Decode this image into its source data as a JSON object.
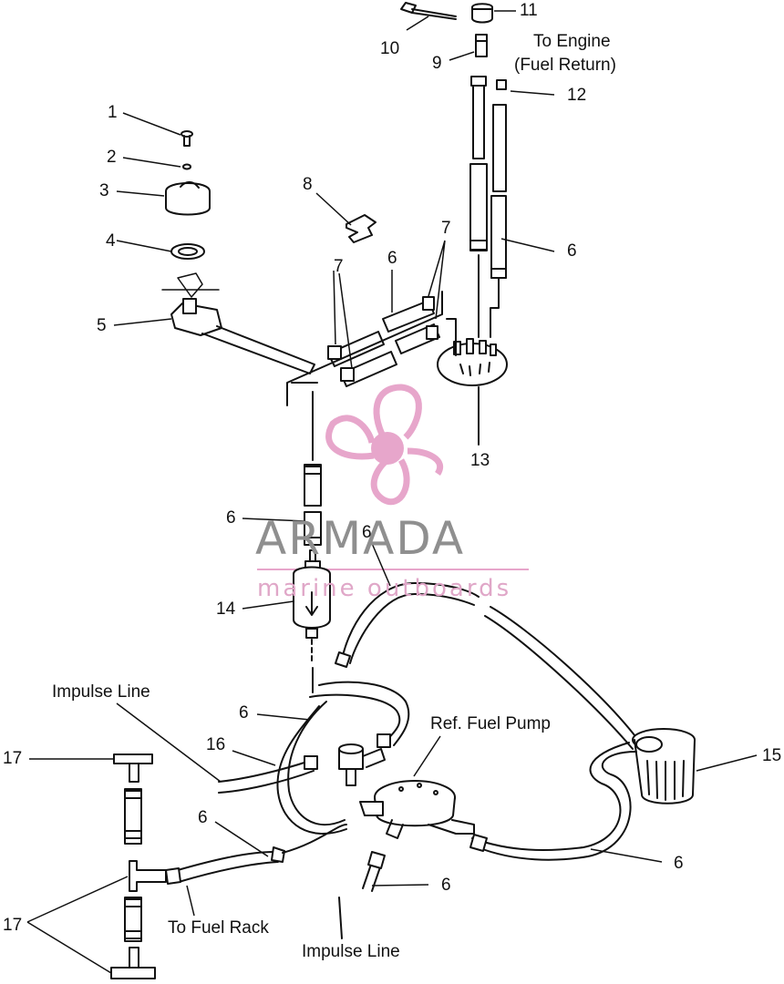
{
  "diagram": {
    "callouts": [
      {
        "id": "c1",
        "text": "1"
      },
      {
        "id": "c2",
        "text": "2"
      },
      {
        "id": "c3",
        "text": "3"
      },
      {
        "id": "c4",
        "text": "4"
      },
      {
        "id": "c5",
        "text": "5"
      },
      {
        "id": "c6a",
        "text": "6"
      },
      {
        "id": "c6b",
        "text": "6"
      },
      {
        "id": "c6c",
        "text": "6"
      },
      {
        "id": "c6d",
        "text": "6"
      },
      {
        "id": "c6e",
        "text": "6"
      },
      {
        "id": "c6f",
        "text": "6"
      },
      {
        "id": "c6g",
        "text": "6"
      },
      {
        "id": "c6h",
        "text": "6"
      },
      {
        "id": "c7a",
        "text": "7"
      },
      {
        "id": "c7b",
        "text": "7"
      },
      {
        "id": "c8",
        "text": "8"
      },
      {
        "id": "c9",
        "text": "9"
      },
      {
        "id": "c10",
        "text": "10"
      },
      {
        "id": "c11",
        "text": "11"
      },
      {
        "id": "c12",
        "text": "12"
      },
      {
        "id": "c13",
        "text": "13"
      },
      {
        "id": "c14",
        "text": "14"
      },
      {
        "id": "c15",
        "text": "15"
      },
      {
        "id": "c16",
        "text": "16"
      },
      {
        "id": "c17a",
        "text": "17"
      },
      {
        "id": "c17b",
        "text": "17"
      }
    ],
    "labels": {
      "to_engine": "To Engine",
      "fuel_return": "(Fuel Return)",
      "impulse_line_top": "Impulse Line",
      "impulse_line_bottom": "Impulse Line",
      "ref_fuel_pump": "Ref. Fuel Pump",
      "to_fuel_rack": "To Fuel Rack"
    }
  },
  "watermark": {
    "brand": "ARMADA",
    "tagline": "marine outboards",
    "logo_icon": "propeller-icon",
    "colors": {
      "brand": "#8f8f8f",
      "tagline": "#e0a7c8",
      "logo": "#e7a6cb"
    }
  }
}
